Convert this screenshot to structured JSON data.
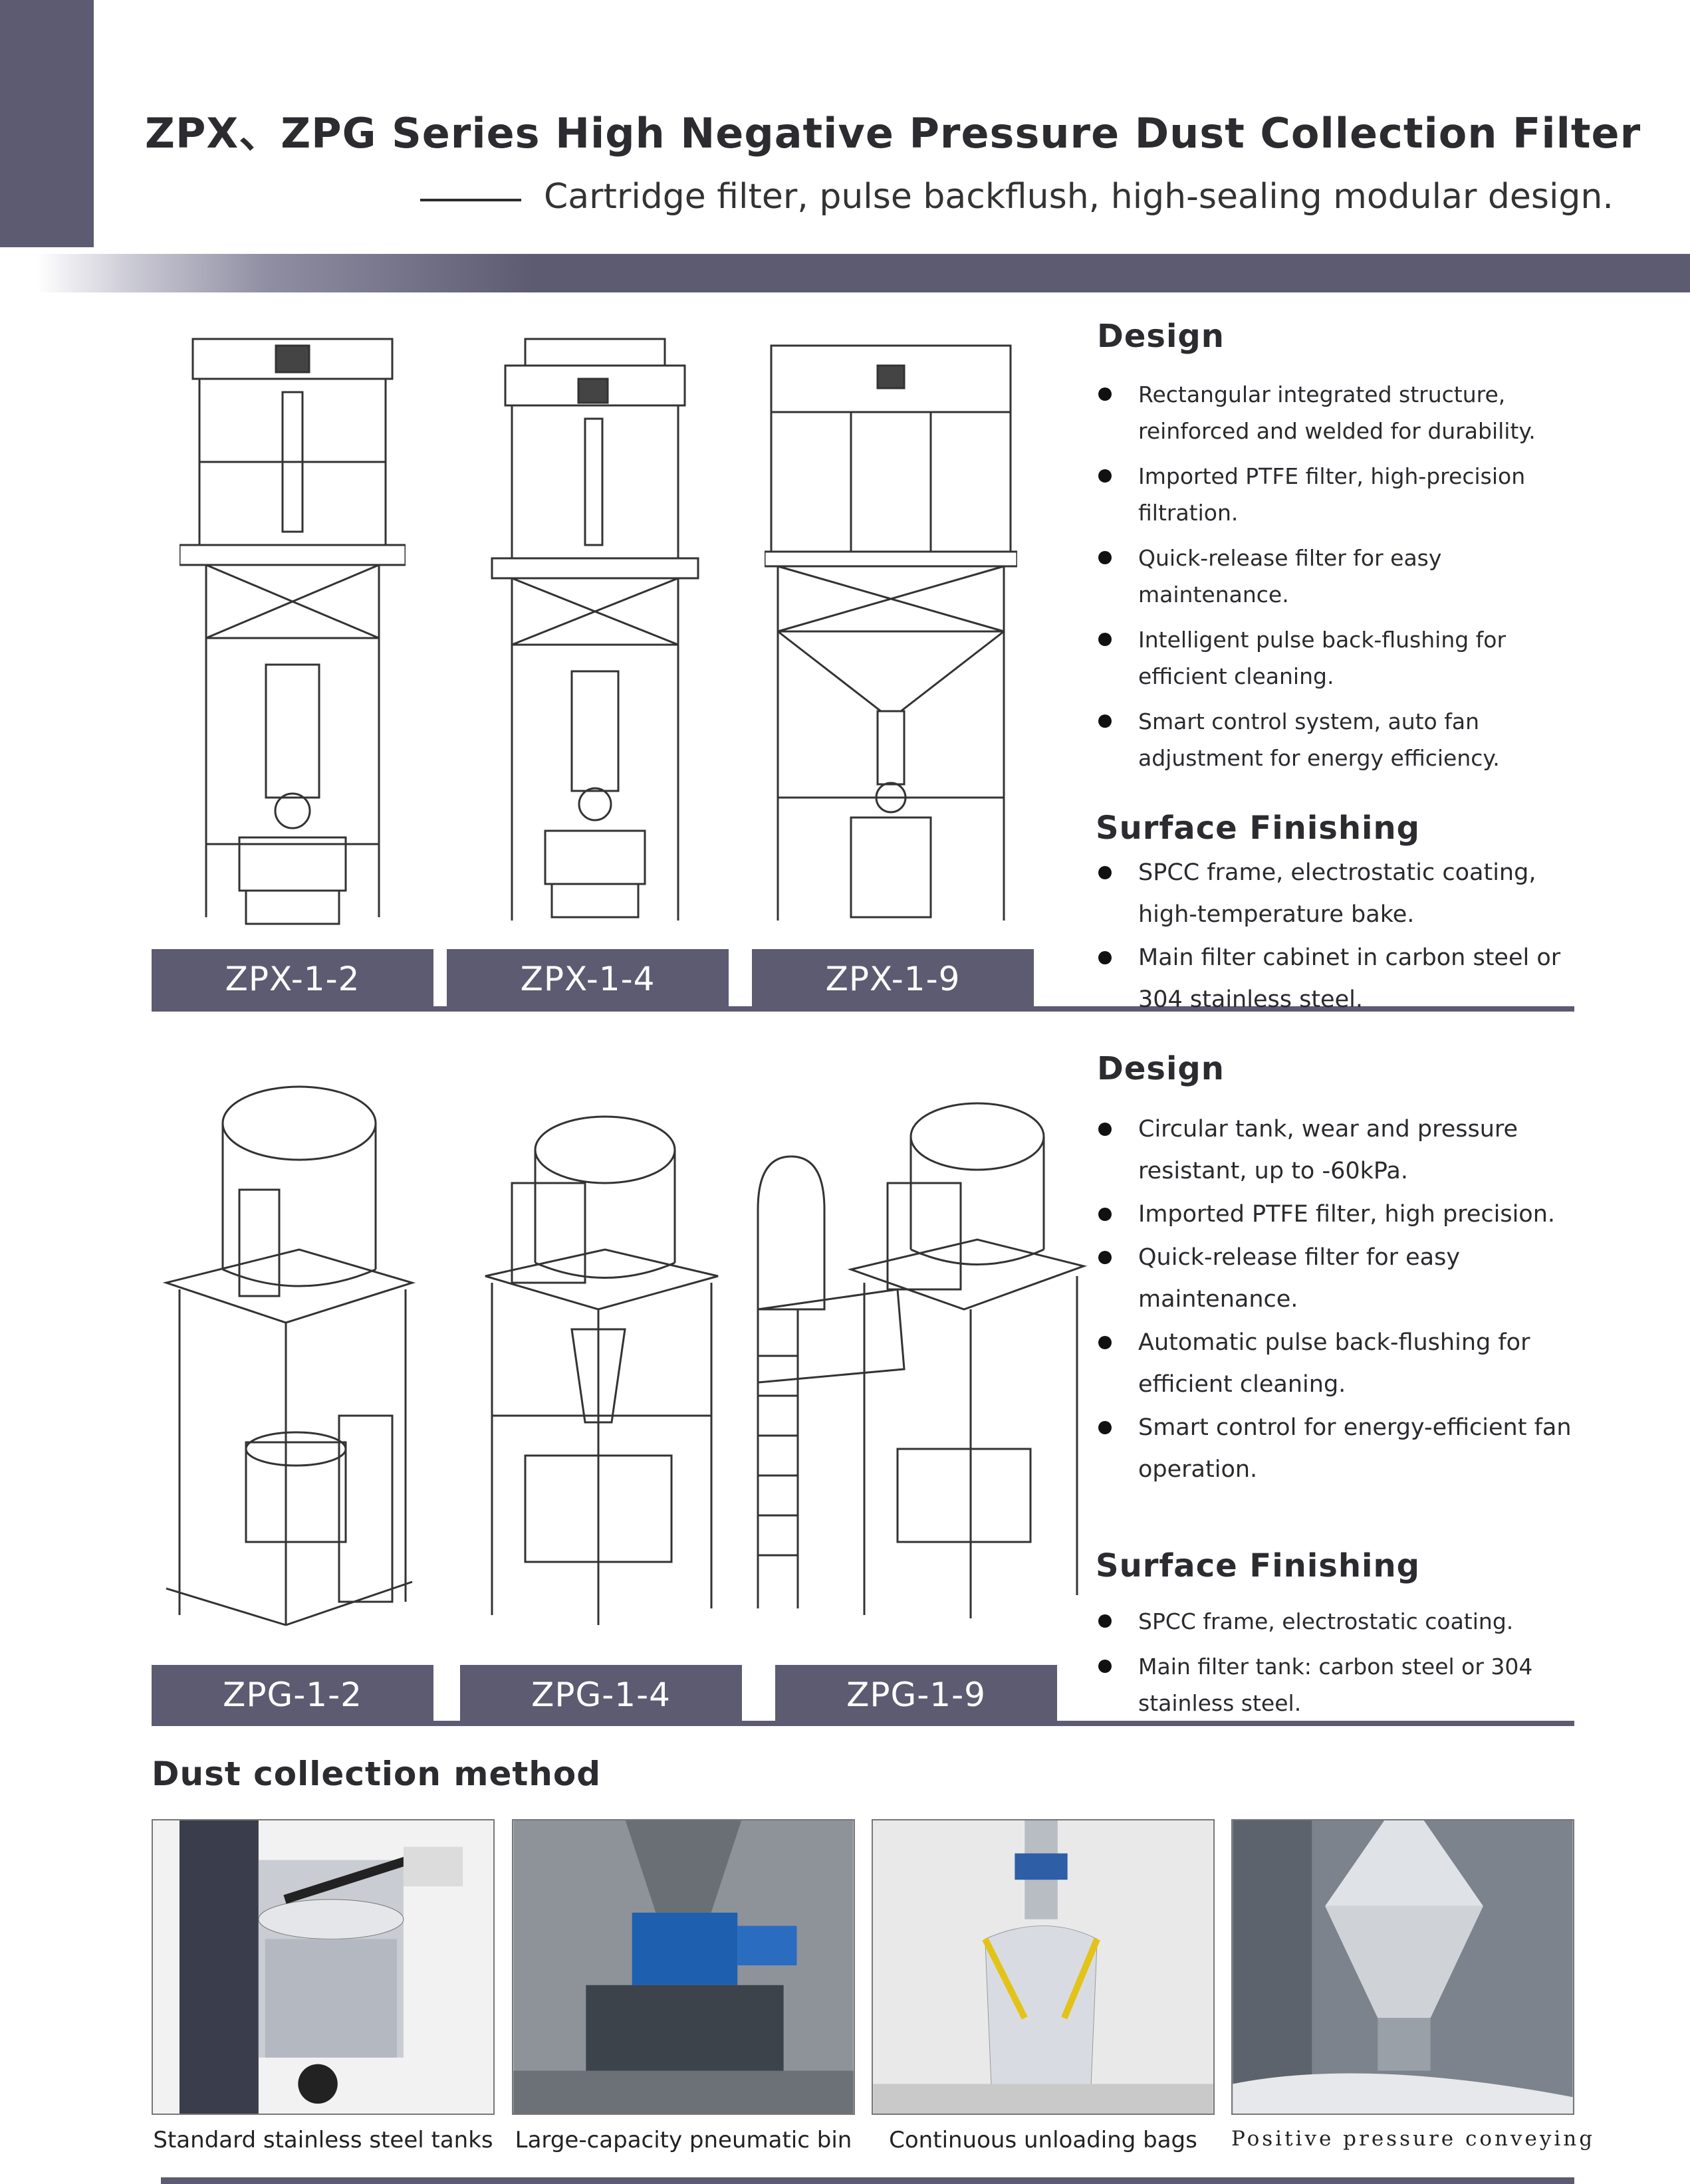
{
  "header": {
    "title": "ZPX、ZPG Series High Negative Pressure Dust Collection Filter",
    "subtitle": "Cartridge filter, pulse backflush, high-sealing modular design."
  },
  "zpx": {
    "models": [
      "ZPX-1-2",
      "ZPX-1-4",
      "ZPX-1-9"
    ],
    "design_title": "Design",
    "design_items": [
      "Rectangular integrated structure, reinforced and welded for durability.",
      "Imported PTFE filter, high-precision filtration.",
      "Quick-release filter for easy maintenance.",
      "Intelligent pulse back-flushing for efficient cleaning.",
      "Smart control system, auto fan adjustment for energy efficiency."
    ],
    "finish_title": "Surface Finishing",
    "finish_items": [
      "SPCC frame, electrostatic coating, high-temperature bake.",
      "Main filter cabinet in carbon steel or 304 stainless steel."
    ]
  },
  "zpg": {
    "models": [
      "ZPG-1-2",
      "ZPG-1-4",
      "ZPG-1-9"
    ],
    "design_title": "Design",
    "design_items": [
      "Circular tank, wear and pressure resistant, up to -60kPa.",
      "Imported PTFE filter, high precision.",
      "Quick-release filter for easy maintenance.",
      "Automatic pulse back-flushing for efficient cleaning.",
      "Smart control for energy-efficient fan operation."
    ],
    "finish_title": "Surface Finishing",
    "finish_items": [
      "SPCC frame, electrostatic coating.",
      "Main filter tank: carbon steel or 304 stainless steel."
    ]
  },
  "dust": {
    "title": "Dust collection method",
    "captions": [
      "Standard stainless steel tanks",
      "Large-capacity pneumatic bin",
      "Continuous unloading bags",
      "Positive pressure conveying"
    ]
  },
  "colors": {
    "brand": "#5c5b72",
    "text": "#2c2c30"
  }
}
